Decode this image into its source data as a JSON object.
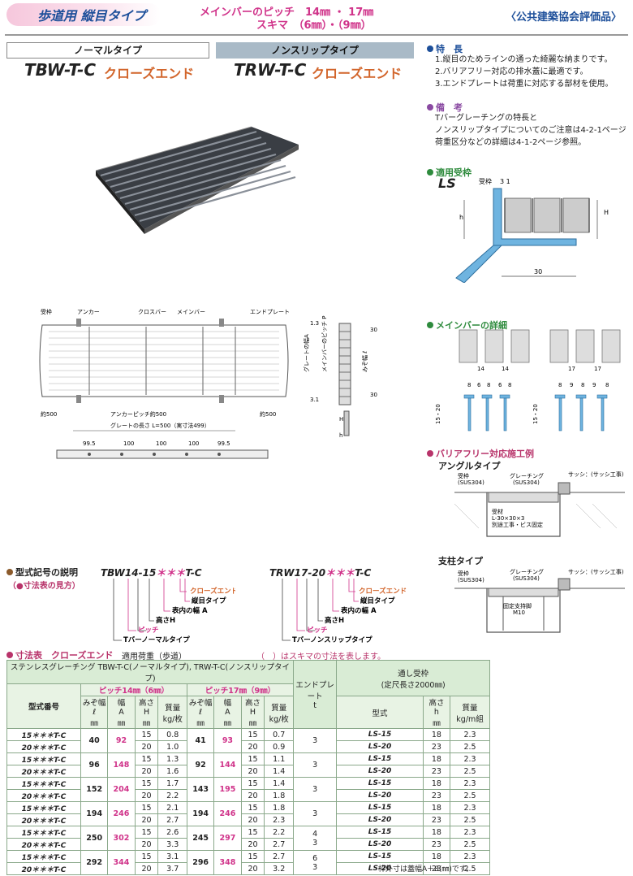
{
  "header": {
    "title": "歩道用 縦目タイプ",
    "pitch_line1": "メインバーのピッチ　14㎜ ・ 17㎜",
    "pitch_line2": "スキマ　（6㎜）・（9㎜）",
    "certification": "〈公共建築協会評価品〉"
  },
  "types": {
    "normal_label": "ノーマルタイプ",
    "nonslip_label": "ノンスリップタイプ",
    "normal_model": "TBW-T-C",
    "nonslip_model": "TRW-T-C",
    "close_end": "クローズエンド"
  },
  "features": {
    "heading": "特　長",
    "items": [
      "1.縦目のためラインの通った綺麗な納まりです。",
      "2.バリアフリー対応の排水蓋に最適です。",
      "3.エンドプレートは荷重に対応する部材を使用。"
    ]
  },
  "notes": {
    "heading": "備　考",
    "lines": [
      "Tバーグレーチングの特長と",
      "ノンスリップタイプについてのご注意は4-2-1ページ",
      "荷重区分などの詳細は4-1-2ページ参照。"
    ]
  },
  "frame": {
    "heading": "適用受枠",
    "code": "LS",
    "labels": {
      "ukewaku": "受枠",
      "dim31": "3 1",
      "h": "h",
      "H": "H",
      "w30": "30"
    }
  },
  "drawing": {
    "labels": {
      "ukewaku": "受枠",
      "anchor": "アンカー",
      "crossbar": "クロスバー",
      "mainbar": "メインバー",
      "endplate": "エンドプレート",
      "approx500_left": "約500",
      "approx500_right": "約500",
      "anchor_pitch": "アンカーピッチ約500",
      "grate_length": "グレートの長さ L=500（実寸法499）",
      "d99_5a": "99.5",
      "d100a": "100",
      "d100b": "100",
      "d100c": "100",
      "d99_5b": "99.5",
      "grate_width": "グレートの幅A",
      "main_pitch": "メインバーのピッチ P",
      "mizo": "みぞ幅 ℓ",
      "d13": "1.3",
      "d31": "3.1",
      "d30a": "30",
      "d30b": "30",
      "H": "H",
      "h": "h"
    }
  },
  "mainbar_detail": {
    "heading": "メインバーの詳細",
    "left": {
      "pitch": [
        "14",
        "14"
      ],
      "gaps": [
        "8",
        "6",
        "8",
        "6",
        "8"
      ],
      "height": "15・20"
    },
    "right": {
      "pitch": [
        "17",
        "17"
      ],
      "gaps": [
        "8",
        "9",
        "8",
        "9",
        "8"
      ],
      "height": "15・20"
    }
  },
  "barrier_free": {
    "heading": "バリアフリー対応施工例",
    "angle_type": "アングルタイプ",
    "post_type": "支柱タイプ",
    "labels": {
      "ukewaku": "受枠",
      "sus": "(SUS304)",
      "grating": "グレーチング",
      "grating_sus": "(SUS304)",
      "sash": "サッシ：(サッシ工事)",
      "ukezai": "受材",
      "angle": "L-30×30×3",
      "angle_note": "別途工事・ビス固定",
      "post_fix": "固定支持脚",
      "m10": "M10"
    }
  },
  "model_code": {
    "heading": "型式記号の説明",
    "subheading": "（●寸法表の見方）",
    "left": {
      "code_prefix": "TBW14-15",
      "code_stars": "＊＊＊",
      "code_suffix": "T-C",
      "labels": [
        "クローズエンド",
        "縦目タイプ",
        "表内の幅 A",
        "高さH",
        "ピッチ",
        "Tバーノーマルタイプ"
      ]
    },
    "right": {
      "code_prefix": "TRW17-20",
      "code_stars": "＊＊＊",
      "code_suffix": "T-C",
      "labels": [
        "クローズエンド",
        "縦目タイプ",
        "表内の幅 A",
        "高さH",
        "ピッチ",
        "Tバーノンスリップタイプ"
      ]
    }
  },
  "table": {
    "heading": "寸法表　クローズエンド",
    "load_note": "適用荷重（歩道）",
    "skima_note": "（　）はスキマの寸法を表します。",
    "title_row": "ステンレスグレーチング TBW-T-C(ノーマルタイプ), TRW-T-C(ノンスリップタイプ)",
    "pitch14": "ピッチ14㎜（6㎜）",
    "pitch17": "ピッチ17㎜（9㎜）",
    "endplate": "エンドプレート",
    "endplate_unit": "t",
    "frame_title": "通し受枠",
    "frame_sub": "(定尺長さ2000㎜)",
    "col_model": "型式番号",
    "col_mizo": "みぞ幅",
    "col_mizo_sym": "ℓ",
    "col_width": "幅",
    "col_width_sym": "A",
    "col_height": "高さ",
    "col_height_sym": "H",
    "col_weight": "質量",
    "col_weight_unit": "kg/枚",
    "col_frame_model": "型式",
    "col_frame_h": "高さ",
    "col_frame_h_sym": "h",
    "col_frame_w": "質量",
    "col_frame_w_unit": "kg/m組",
    "mm": "㎜",
    "groups": [
      {
        "m1": "15＊＊＊T-C",
        "m2": "20＊＊＊T-C",
        "l14": "40",
        "a14": "92",
        "h1": "15",
        "h2": "20",
        "w14a": "0.8",
        "w14b": "1.0",
        "l17": "41",
        "a17": "93",
        "w17a": "0.7",
        "w17b": "0.9",
        "t": "3",
        "f1": "LS-15",
        "f2": "LS-20",
        "fh1": "18",
        "fh2": "23",
        "fw1": "2.3",
        "fw2": "2.5"
      },
      {
        "m1": "15＊＊＊T-C",
        "m2": "20＊＊＊T-C",
        "l14": "96",
        "a14": "148",
        "h1": "15",
        "h2": "20",
        "w14a": "1.3",
        "w14b": "1.6",
        "l17": "92",
        "a17": "144",
        "w17a": "1.1",
        "w17b": "1.4",
        "t": "3",
        "f1": "LS-15",
        "f2": "LS-20",
        "fh1": "18",
        "fh2": "23",
        "fw1": "2.3",
        "fw2": "2.5"
      },
      {
        "m1": "15＊＊＊T-C",
        "m2": "20＊＊＊T-C",
        "l14": "152",
        "a14": "204",
        "h1": "15",
        "h2": "20",
        "w14a": "1.7",
        "w14b": "2.2",
        "l17": "143",
        "a17": "195",
        "w17a": "1.4",
        "w17b": "1.8",
        "t": "3",
        "f1": "LS-15",
        "f2": "LS-20",
        "fh1": "18",
        "fh2": "23",
        "fw1": "2.3",
        "fw2": "2.5"
      },
      {
        "m1": "15＊＊＊T-C",
        "m2": "20＊＊＊T-C",
        "l14": "194",
        "a14": "246",
        "h1": "15",
        "h2": "20",
        "w14a": "2.1",
        "w14b": "2.7",
        "l17": "194",
        "a17": "246",
        "w17a": "1.8",
        "w17b": "2.3",
        "t": "3",
        "f1": "LS-15",
        "f2": "LS-20",
        "fh1": "18",
        "fh2": "23",
        "fw1": "2.3",
        "fw2": "2.5"
      },
      {
        "m1": "15＊＊＊T-C",
        "m2": "20＊＊＊T-C",
        "l14": "250",
        "a14": "302",
        "h1": "15",
        "h2": "20",
        "w14a": "2.6",
        "w14b": "3.3",
        "l17": "245",
        "a17": "297",
        "w17a": "2.2",
        "w17b": "2.7",
        "t": "4\n3",
        "f1": "LS-15",
        "f2": "LS-20",
        "fh1": "18",
        "fh2": "23",
        "fw1": "2.3",
        "fw2": "2.5"
      },
      {
        "m1": "15＊＊＊T-C",
        "m2": "20＊＊＊T-C",
        "l14": "292",
        "a14": "344",
        "h1": "15",
        "h2": "20",
        "w14a": "3.1",
        "w14b": "3.7",
        "l17": "296",
        "a17": "348",
        "w17a": "2.7",
        "w17b": "3.2",
        "t": "6\n3",
        "f1": "LS-15",
        "f2": "LS-20",
        "fh1": "18",
        "fh2": "23",
        "fw1": "2.3",
        "fw2": "2.5"
      }
    ],
    "footnote": "枠外寸は蓋幅A＋8(㎜)です。"
  },
  "colors": {
    "blue": "#1d4f9a",
    "pink": "#d0338a",
    "orange": "#d2652b",
    "green": "#2e8b3d",
    "frame": "#6fb4e0"
  }
}
